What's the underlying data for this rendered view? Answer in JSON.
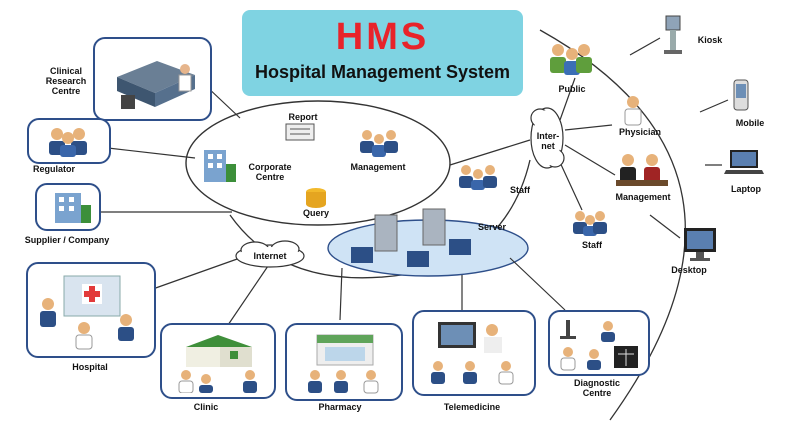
{
  "title": {
    "short": "HMS",
    "long": "Hospital Management System"
  },
  "labels": {
    "clinical_research": "Clinical Research Centre",
    "regulator": "Regulator",
    "supplier": "Supplier / Company",
    "hospital": "Hospital",
    "clinic": "Clinic",
    "pharmacy": "Pharmacy",
    "telemedicine": "Telemedicine",
    "diagnostic": "Diagnostic Centre",
    "report": "Report",
    "corporate": "Corporate Centre",
    "management_core": "Management",
    "query": "Query",
    "staff_core": "Staff",
    "server": "Server",
    "internet_bottom": "Internet",
    "internet_right": "Inter-net",
    "public": "Public",
    "physician": "Physician",
    "management_right": "Management",
    "staff_right": "Staff",
    "kiosk": "Kiosk",
    "mobile": "Mobile",
    "laptop": "Laptop",
    "desktop": "Desktop"
  },
  "colors": {
    "title_bg": "#7fd3e2",
    "title_red": "#e8232a",
    "border": "#2e4f8a",
    "accent_blue": "#3b6fb6"
  }
}
